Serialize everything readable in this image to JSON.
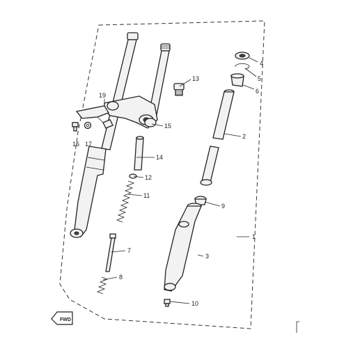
{
  "labels": {
    "p1": "1",
    "p2": "2",
    "p3": "3",
    "p4": "4",
    "p5": "5",
    "p6": "6",
    "p7": "7",
    "p8": "8",
    "p9": "9",
    "p10": "10",
    "p11": "11",
    "p12": "12",
    "p13": "13",
    "p14": "14",
    "p15": "15",
    "p16": "16",
    "p17": "17",
    "p19": "19"
  },
  "fwd_arrow": {
    "text": "FWD"
  },
  "colors": {
    "ink": "#222222",
    "paper": "#ffffff"
  }
}
